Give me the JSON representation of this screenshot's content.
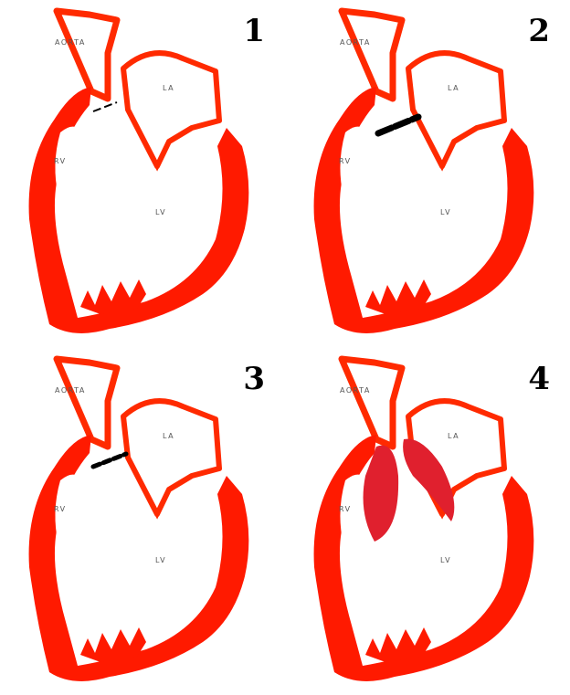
{
  "labels": {
    "aorta": "AORTA",
    "la": "LA",
    "rv": "RV",
    "lv": "LV"
  },
  "colors": {
    "myocardium": "#ff1a00",
    "outline": "#ff2a00",
    "defect": "#000000",
    "bulge": "#e0202e"
  },
  "panels": [
    {
      "number": "1",
      "defect": "thin-dashed"
    },
    {
      "number": "2",
      "defect": "thick-dashed"
    },
    {
      "number": "3",
      "defect": "short-dashed"
    },
    {
      "number": "4",
      "defect": "aneurysmal-sac"
    }
  ]
}
